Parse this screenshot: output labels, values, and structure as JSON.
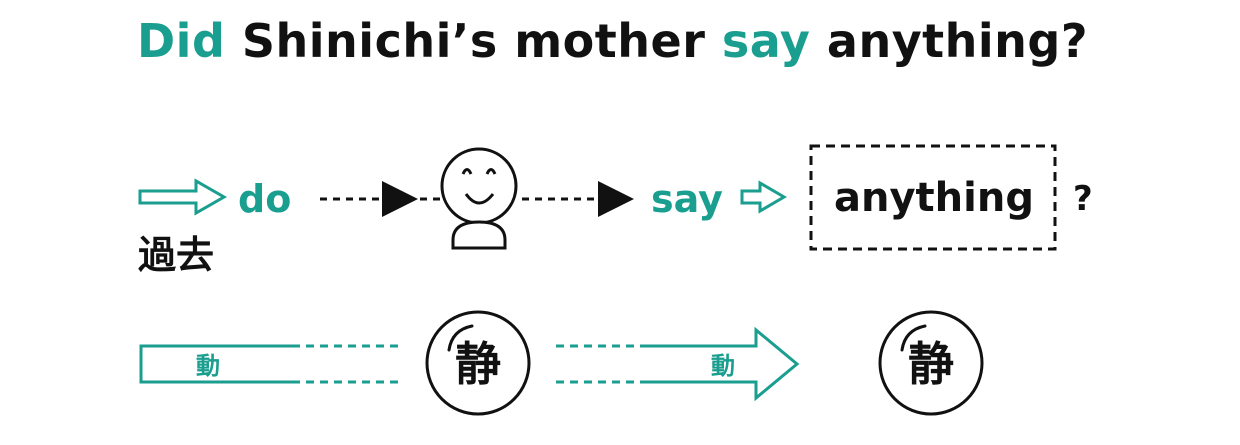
{
  "title": {
    "did": "Did",
    "middle": "Shinichi’s mother",
    "say": "say",
    "end": "anything?"
  },
  "flow": {
    "do_label": "do",
    "past_label": "過去",
    "say_label": "say",
    "anything_label": "anything",
    "question_mark": "?"
  },
  "bottom": {
    "dynamic_label": "動",
    "static_label": "静"
  },
  "colors": {
    "accent": "#1a9e8f",
    "text": "#111111"
  }
}
